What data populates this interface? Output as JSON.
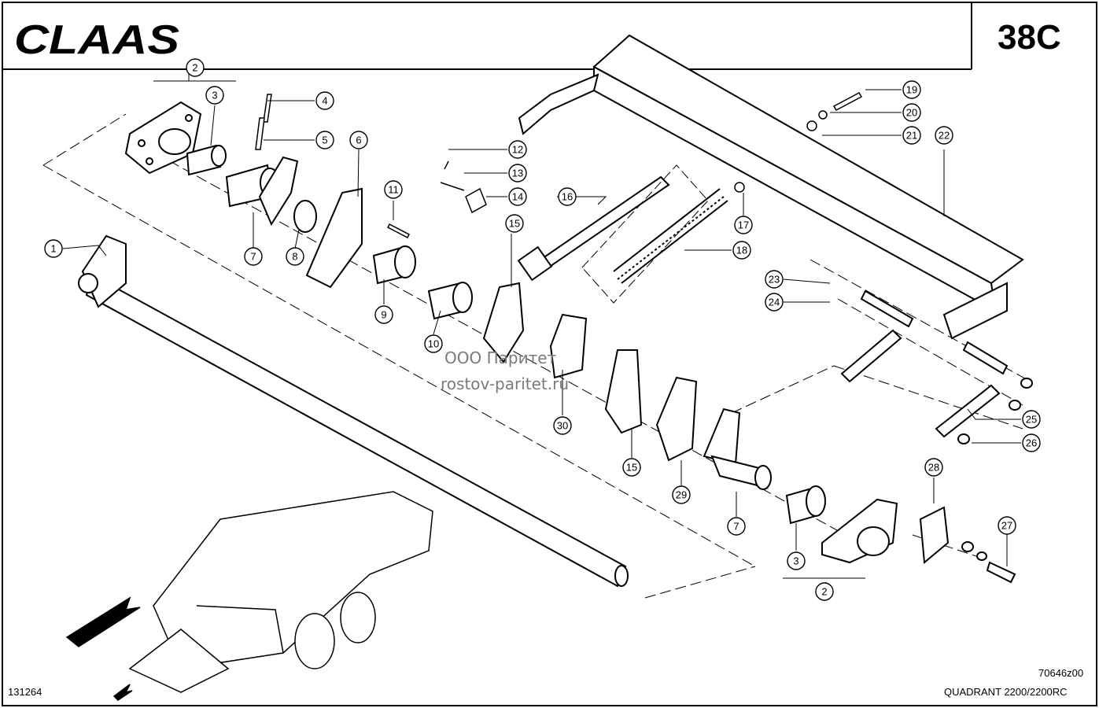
{
  "header": {
    "brand": "CLAAS",
    "sheet_number": "38C"
  },
  "watermark": {
    "line1": "ООО Паритет",
    "line2": "rostov-paritet.ru"
  },
  "footer": {
    "drawing_number": "70646z00",
    "model": "QUADRANT 2200/2200RC",
    "figure_id": "131264"
  },
  "callouts": [
    "1",
    "2",
    "3",
    "4",
    "5",
    "6",
    "7",
    "8",
    "9",
    "10",
    "11",
    "12",
    "13",
    "14",
    "15",
    "16",
    "17",
    "18",
    "19",
    "20",
    "21",
    "22",
    "23",
    "24",
    "25",
    "26",
    "27",
    "28",
    "29",
    "30",
    "15",
    "7",
    "3",
    "2"
  ]
}
